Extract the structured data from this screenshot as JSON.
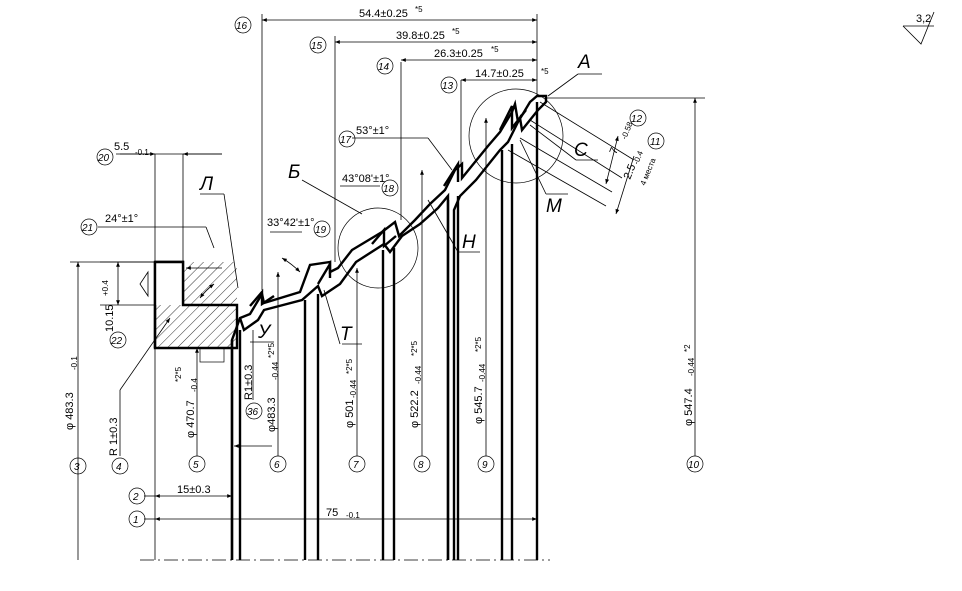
{
  "roughness": "3,2",
  "views": {
    "A": "А",
    "B": "Б",
    "C": "С",
    "M": "М",
    "N": "Н",
    "L": "Л",
    "T": "Т",
    "U": "У"
  },
  "top_dims": {
    "d16": "54.4±0.25",
    "d16_note": "*5",
    "d15": "39.8±0.25",
    "d15_note": "*5",
    "d14": "26.3±0.25",
    "d14_note": "*5",
    "d13": "14.7±0.25",
    "d13_note": "*5"
  },
  "angles": {
    "a17": "53°±1°",
    "a18": "43°08'±1°",
    "a19": "33°42'±1°",
    "a21": "24°±1°"
  },
  "right_dims": {
    "d12": "7",
    "d12_tol": "-0.58",
    "d11": "2.5",
    "d11_tol": "-0.4",
    "d11_note": "4 места"
  },
  "left_dims": {
    "d20": "5.5",
    "d20_tol": "-0.1",
    "d22": "10.15",
    "d22_tol": "+0.4",
    "r1": "R 1±0.3",
    "d3": "φ 483.3",
    "d3_tol": "-0.1"
  },
  "diameters": {
    "d5": "φ 470.7",
    "d5_tol": "-0.4",
    "d5_note": "*2*5",
    "d36_r": "R1±0.3",
    "d6": "φ483.3",
    "d6_tol": "-0.44",
    "d6_note": "*2*5",
    "d7": "φ 501",
    "d7_tol": "-0.44",
    "d7_note": "*2*5",
    "d8": "φ 522.2",
    "d8_tol": "-0.44",
    "d8_note": "*2*5",
    "d9": "φ 545.7",
    "d9_tol": "-0.44",
    "d9_note": "*2*5",
    "d10": "φ 547.4",
    "d10_tol": "-0.44",
    "d10_note": "*2"
  },
  "bottom_dims": {
    "d2": "15±0.3",
    "d1": "75",
    "d1_tol": "-0.1"
  },
  "bubbles": {
    "b1": "1",
    "b2": "2",
    "b3": "3",
    "b4": "4",
    "b5": "5",
    "b6": "6",
    "b7": "7",
    "b8": "8",
    "b9": "9",
    "b10": "10",
    "b11": "11",
    "b12": "12",
    "b13": "13",
    "b14": "14",
    "b15": "15",
    "b16": "16",
    "b17": "17",
    "b18": "18",
    "b19": "19",
    "b20": "20",
    "b21": "21",
    "b22": "22",
    "b36": "36"
  }
}
